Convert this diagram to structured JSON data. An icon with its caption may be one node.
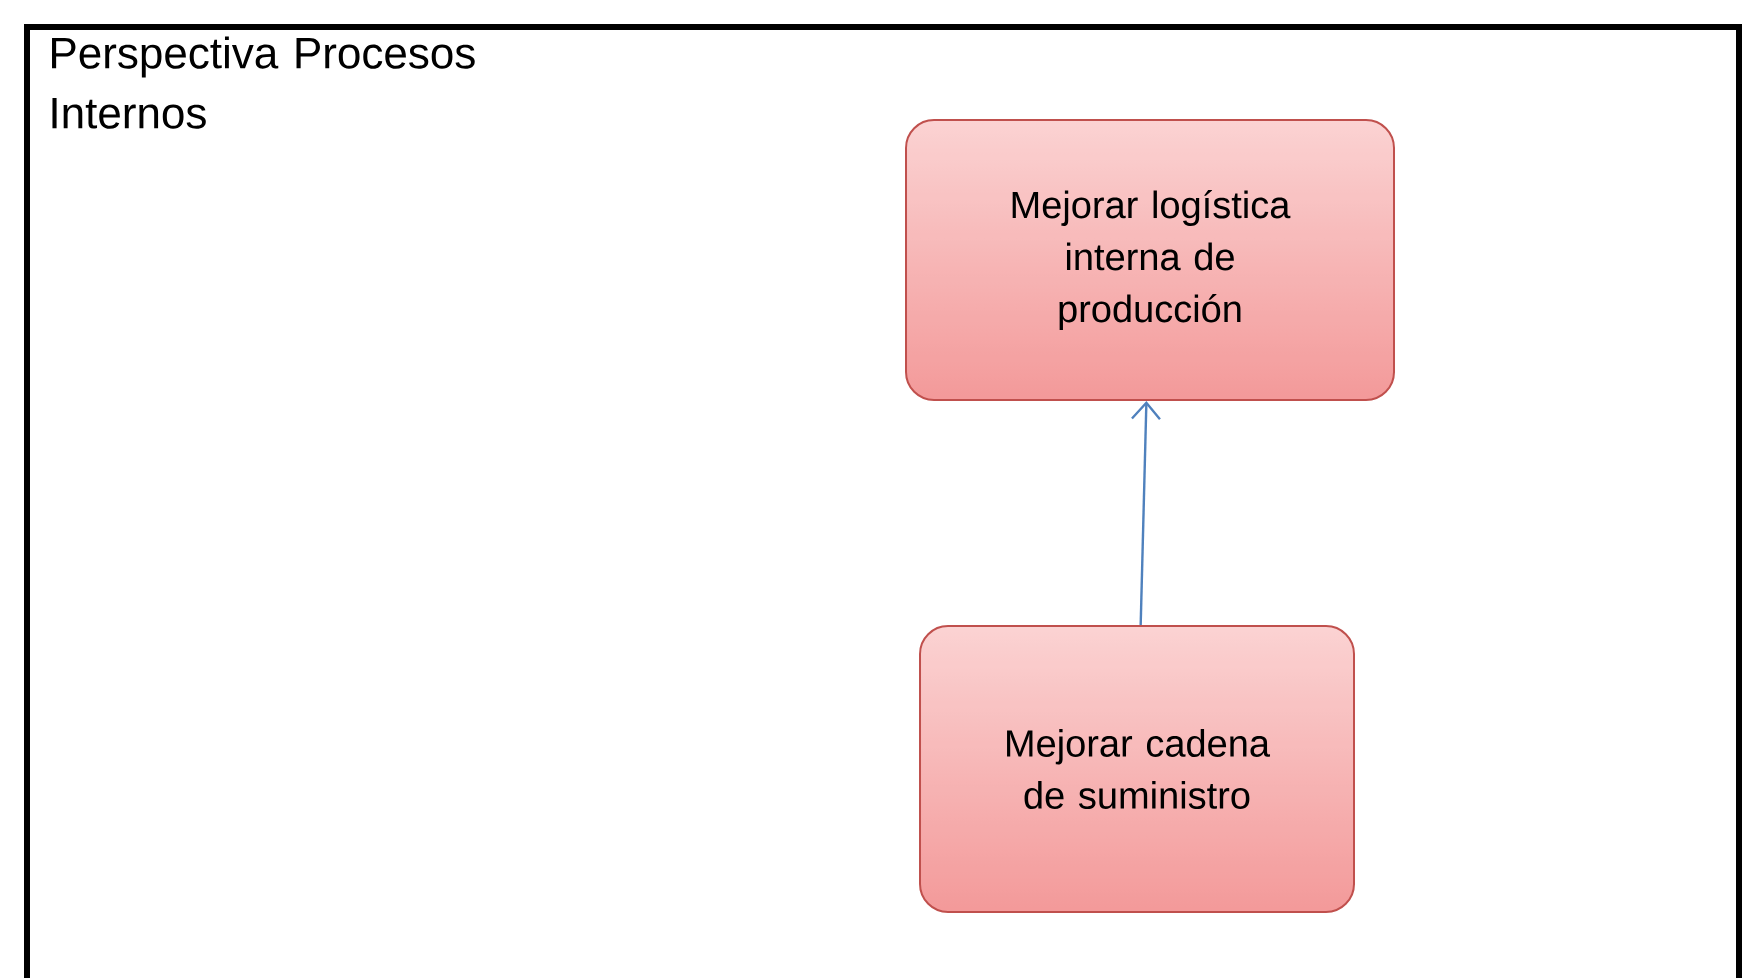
{
  "diagram": {
    "nodes": [
      {
        "text": [
          "Perspectiva Procesos Internos"
        ]
      },
      {
        "text": [
          "Mejorar logística interna de producción"
        ],
        "in": 0
      },
      {
        "text": [
          "Mejorar cadena de suministro"
        ],
        "in": 0
      }
    ],
    "edges": [
      {
        "from": 2,
        "to": 1,
        "arrow": "to",
        "color": "#4f81bd"
      }
    ]
  }
}
